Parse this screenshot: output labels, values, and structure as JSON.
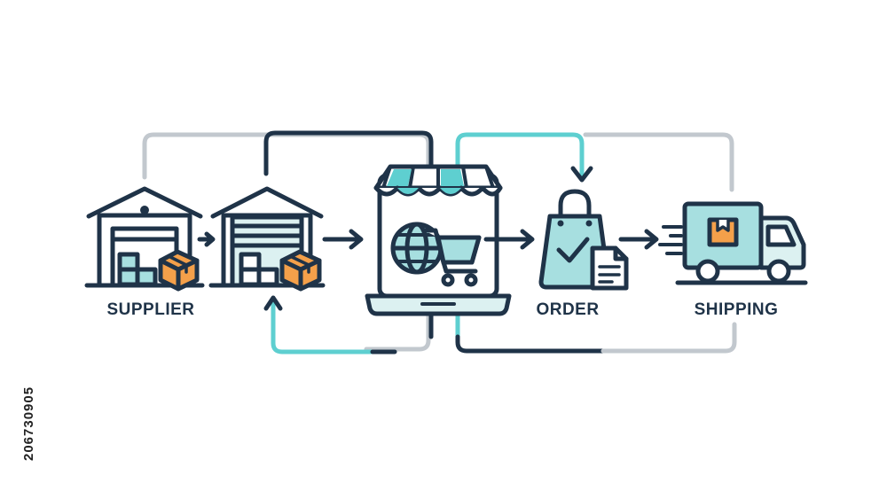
{
  "labels": {
    "supplier": "SUPPLIER",
    "order": "ORDER",
    "shipping": "SHIPPING"
  },
  "side_text": "206730905",
  "colors": {
    "outline": "#1f3348",
    "accent_teal": "#5ecfd0",
    "light_fill": "#a7dfe0",
    "pale_fill": "#dcf1f1",
    "box_orange": "#f4a04a",
    "connector_gray": "#c2c8ce"
  },
  "icons": [
    "warehouse-icon",
    "warehouse-icon",
    "online-store-laptop-icon",
    "shopping-bag-order-icon",
    "delivery-truck-icon"
  ]
}
